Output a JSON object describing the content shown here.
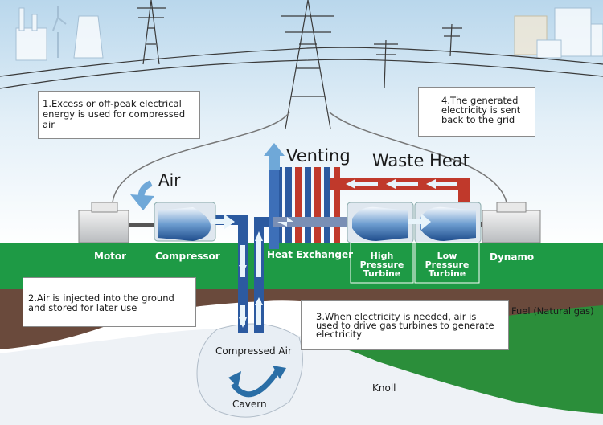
{
  "notes": {
    "note1": "1.Excess or off-peak electrical\nenergy is used for compressed\nair",
    "note2": "2.Air is injected into the ground\nand stored for later use",
    "note3": "3.When electricity is needed, air is\nused to drive gas turbines to generate\nelectricity",
    "note4": "4.The generated\nelectricity is sent\nback to the grid"
  },
  "labels": {
    "air": "Air",
    "venting": "Venting",
    "waste_heat": "Waste Heat",
    "motor": "Motor",
    "compressor": "Compressor",
    "heat_exchanger": "Heat Exchanger",
    "high_pressure_turbine": "High\nPressure\nTurbine",
    "low_pressure_turbine": "Low\nPressure\nTurbine",
    "dynamo": "Dynamo",
    "fuel": "Fuel (Natural gas)",
    "compressed_air": "Compressed Air",
    "cavern": "Cavern",
    "knoll": "Knoll"
  },
  "colors": {
    "sky": "#dcebf5",
    "grass": "#1e9a45",
    "soil": "#6a4a3c",
    "cavern": "#e8eef4",
    "hot_pipe": "#c0392b",
    "cold_pipe": "#2c5aa0",
    "flow_arrow": "#e8f4fb"
  }
}
